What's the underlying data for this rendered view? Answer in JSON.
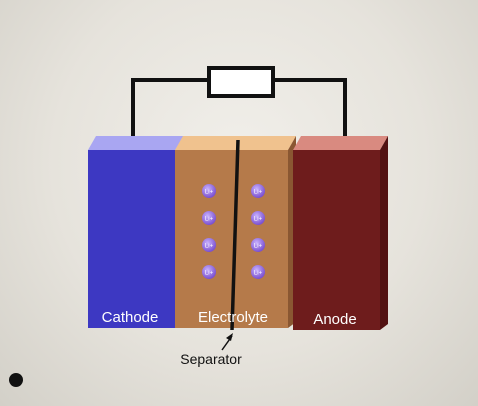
{
  "labels": {
    "cathode": "Cathode",
    "electrolyte": "Electrolyte",
    "anode": "Anode",
    "separator": "Separator"
  },
  "ion_label": "Li+",
  "ion_count_per_side": 4,
  "colors": {
    "cathode": "#3d38c2",
    "electrolyte": "#b57a4a",
    "anode": "#6e1c1c",
    "ion": "#8a5fd6",
    "wire": "#111111"
  }
}
